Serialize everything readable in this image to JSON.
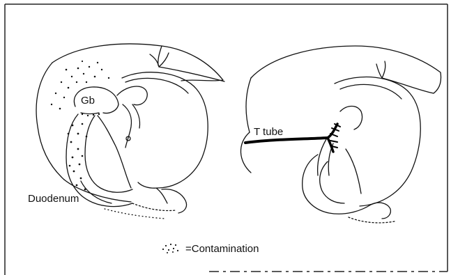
{
  "labels": {
    "gallbladder": "Gb",
    "duodenum": "Duodenum",
    "t_tube": "T tube"
  },
  "legend": {
    "text": "=Contamination",
    "symbol_icon": "stipple-dots-icon"
  },
  "colors": {
    "ink": "#111111",
    "background": "#ffffff"
  }
}
